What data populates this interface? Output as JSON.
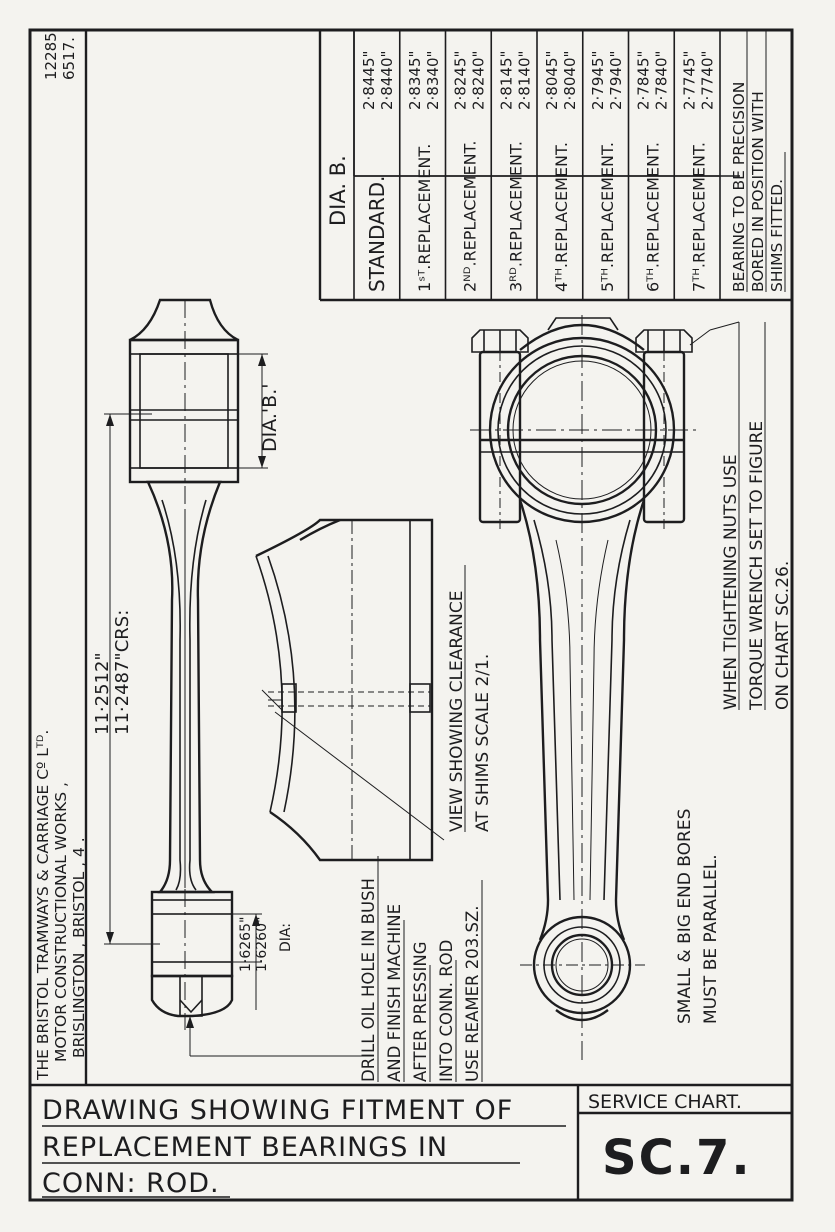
{
  "drawing_numbers": [
    "12285.",
    "6517."
  ],
  "company": {
    "line1": "THE BRISTOL TRAMWAYS & CARRIAGE Cº Lᵀᴰ.",
    "line2": "MOTOR CONSTRUCTIONAL WORKS ,",
    "line3": "BRISLINGTON , BRISTOL , 4 ."
  },
  "title": {
    "line1": "DRAWING SHOWING FITMENT OF",
    "line2": "REPLACEMENT BEARINGS IN",
    "line3": "CONN: ROD."
  },
  "chart_label": "SERVICE CHART.",
  "chart_number": "SC.7.",
  "dia_table": {
    "header": "DIA. B.",
    "rows": [
      {
        "label": "STANDARD.",
        "max": "2·8445\"",
        "min": "2·8440\""
      },
      {
        "label": "1ˢᵀ.REPLACEMENT.",
        "max": "2·8345\"",
        "min": "2·8340\""
      },
      {
        "label": "2ᴺᴰ.REPLACEMENT.",
        "max": "2·8245\"",
        "min": "2·8240\""
      },
      {
        "label": "3ᴿᴰ.REPLACEMENT.",
        "max": "2·8145\"",
        "min": "2·8140\""
      },
      {
        "label": "4ᵀᴴ.REPLACEMENT.",
        "max": "2·8045\"",
        "min": "2·8040\""
      },
      {
        "label": "5ᵀᴴ.REPLACEMENT.",
        "max": "2·7945\"",
        "min": "2·7940\""
      },
      {
        "label": "6ᵀᴴ.REPLACEMENT.",
        "max": "2·7845\"",
        "min": "2·7840\""
      },
      {
        "label": "7ᵀᴴ.REPLACEMENT.",
        "max": "2·7745\"",
        "min": "2·7740\""
      }
    ],
    "note": [
      "BEARING TO BE PRECISION",
      "BORED IN POSITION WITH",
      "SHIMS FITTED."
    ]
  },
  "notes": {
    "torque": [
      "WHEN TIGHTENING NUTS USE",
      "TORQUE WRENCH SET TO FIGURE",
      "ON CHART SC.26."
    ],
    "clearance": [
      "VIEW SHOWING CLEARANCE",
      "AT SHIMS SCALE 2/1."
    ],
    "bores": [
      "SMALL & BIG END BORES",
      "MUST BE PARALLEL."
    ],
    "oil_hole": [
      "DRILL OIL HOLE IN BUSH",
      "AND FINISH MACHINE",
      "AFTER PRESSING",
      "INTO CONN. ROD",
      "USE REAMER 203.SZ."
    ]
  },
  "dimensions": {
    "centres_1": "11·2512\"",
    "centres_2": "11·2487\"CRS:",
    "dia_b": "DIA.'B.'",
    "small_end_max": "1·6265\"",
    "small_end_min": "1·6260\"",
    "small_end_dia": "DIA:"
  }
}
